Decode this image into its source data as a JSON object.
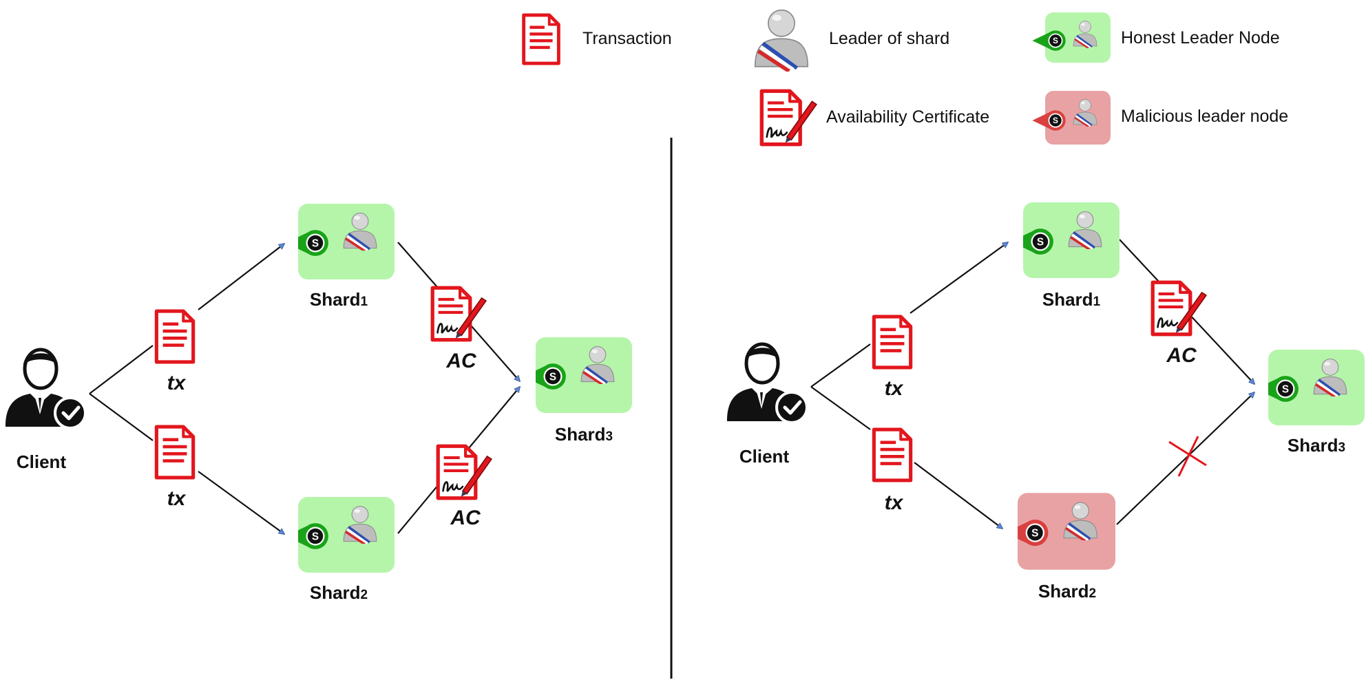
{
  "legend": {
    "transaction": "Transaction",
    "leader": "Leader of shard",
    "certificate": "Availability Certificate",
    "honest": "Honest Leader Node",
    "malicious": "Malicious leader node"
  },
  "left": {
    "client": "Client",
    "shard1": {
      "name": "Shard",
      "sub": "1"
    },
    "shard2": {
      "name": "Shard",
      "sub": "2"
    },
    "shard3": {
      "name": "Shard",
      "sub": "3"
    },
    "tx_top": "tx",
    "tx_bottom": "tx",
    "ac_top": "AC",
    "ac_bottom": "AC"
  },
  "right": {
    "client": "Client",
    "shard1": {
      "name": "Shard",
      "sub": "1"
    },
    "shard2": {
      "name": "Shard",
      "sub": "2"
    },
    "shard3": {
      "name": "Shard",
      "sub": "3"
    },
    "tx_top": "tx",
    "tx_bottom": "tx",
    "ac_top": "AC"
  },
  "coin_symbol": "S",
  "colors": {
    "honest_bg": "#b5f5aa",
    "malicious_bg": "#e8a2a4",
    "doc_red": "#e3161d",
    "pin_green": "#19a319",
    "pin_red": "#d9403f",
    "arrow_head": "#5b86d4",
    "client": "#111111"
  },
  "icons": {
    "transaction": "document-icon",
    "certificate": "signed-document-icon",
    "leader": "leader-sash-icon",
    "client": "verified-user-icon",
    "rejected": "red-x-cross-icon"
  }
}
